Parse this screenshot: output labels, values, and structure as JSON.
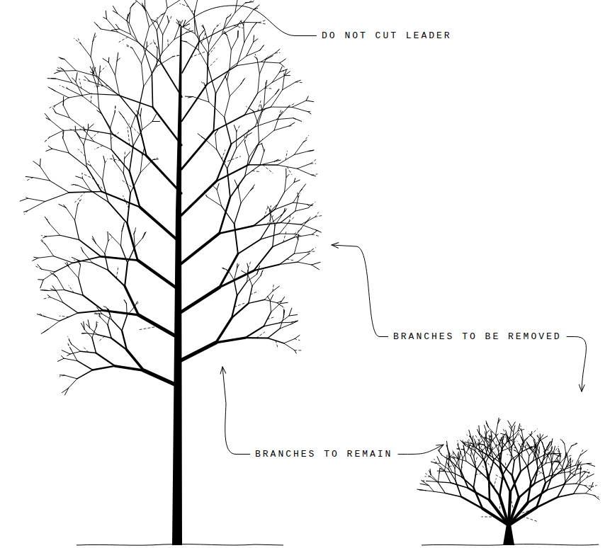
{
  "diagram": {
    "labels": [
      "DO NOT CUT LEADER",
      "BRANCHES TO BE REMOVED",
      "BRANCHES TO REMAIN"
    ]
  }
}
